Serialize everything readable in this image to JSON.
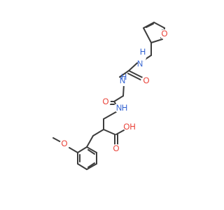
{
  "colors": {
    "bond": "#3d3d3d",
    "oxygen": "#e8392f",
    "nitrogen": "#2f5fd0",
    "background": "#ffffff"
  },
  "atoms": {
    "furan_o": "O",
    "urea_nh_1": "H",
    "urea_nh_1_n": "N",
    "urea_o": "O",
    "urea_nh_2": "H",
    "urea_nh_2_n": "N",
    "amide_o": "O",
    "amide_nh": "H",
    "amide_nh_n": "N",
    "acid_oh": "OH",
    "acid_o": "O",
    "methoxy_o": "O"
  }
}
